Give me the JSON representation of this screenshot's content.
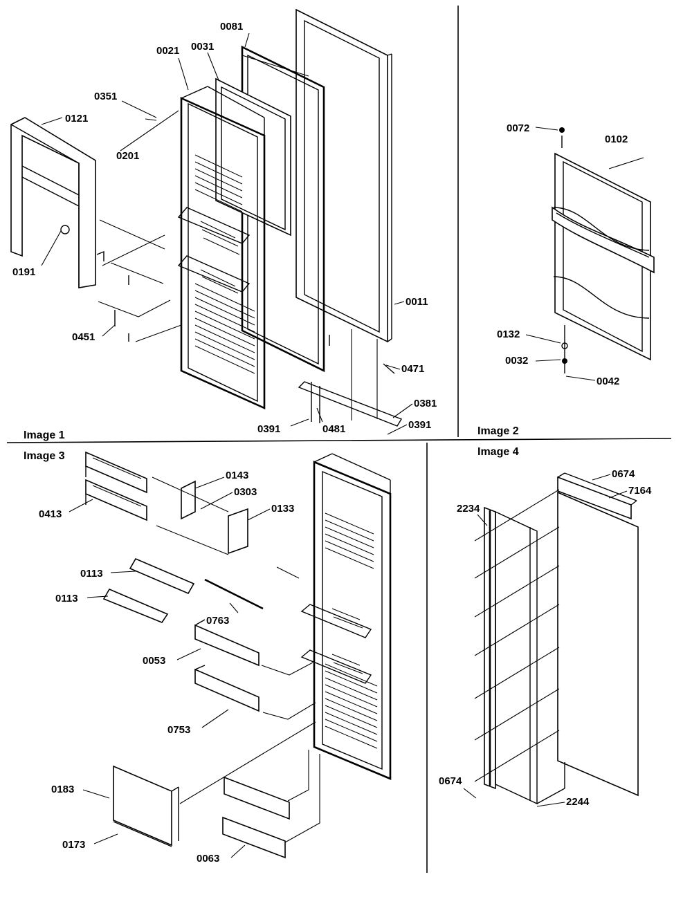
{
  "sections": {
    "image1": "Image 1",
    "image2": "Image 2",
    "image3": "Image 3",
    "image4": "Image 4"
  },
  "callouts": {
    "image1": [
      "0081",
      "0021",
      "0031",
      "0351",
      "0121",
      "0201",
      "0191",
      "0451",
      "0011",
      "0471",
      "0381",
      "0391",
      "0481",
      "0391"
    ],
    "image2": [
      "0072",
      "0102",
      "0132",
      "0032",
      "0042"
    ],
    "image3": [
      "0143",
      "0303",
      "0133",
      "0413",
      "0113",
      "0113",
      "0763",
      "0053",
      "0753",
      "0183",
      "0173",
      "0063"
    ],
    "image4": [
      "0674",
      "7164",
      "2234",
      "0674",
      "2244"
    ]
  }
}
